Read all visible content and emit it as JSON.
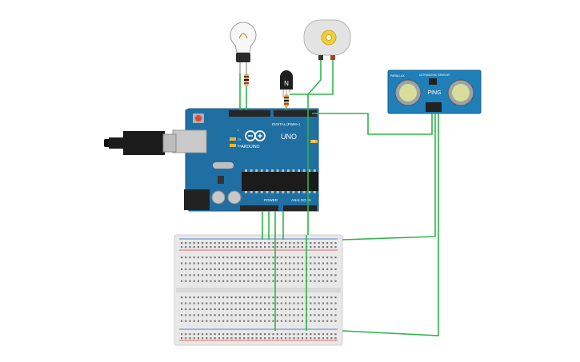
{
  "arduino": {
    "logo_text": "ARDUINO",
    "model": "UNO",
    "digital_header": "DIGITAL (PWM~)",
    "power_header": "POWER",
    "analog_header": "ANALOG IN",
    "on_label": "ON",
    "tx_label": "TX",
    "rx_label": "RX",
    "l_label": "L"
  },
  "transistor": {
    "label": "N"
  },
  "sensor": {
    "title": "ULTRASONIC SENSOR",
    "model": "PING",
    "corner_label": "PARALLAX"
  },
  "colors": {
    "board": "#1f6fa3",
    "board_dark": "#185a87",
    "wire": "#2fb54a",
    "breadboard": "#e6e6e6",
    "rail_red": "#e0443a",
    "rail_blue": "#3a5fd0",
    "header": "#262626",
    "sensor": "#1f7fb8"
  },
  "icons": [
    "usb-cable-icon",
    "light-bulb-icon",
    "dc-motor-icon",
    "npn-transistor-icon",
    "resistor-icon",
    "ultrasonic-sensor-icon",
    "breadboard-icon",
    "arduino-board-icon"
  ]
}
